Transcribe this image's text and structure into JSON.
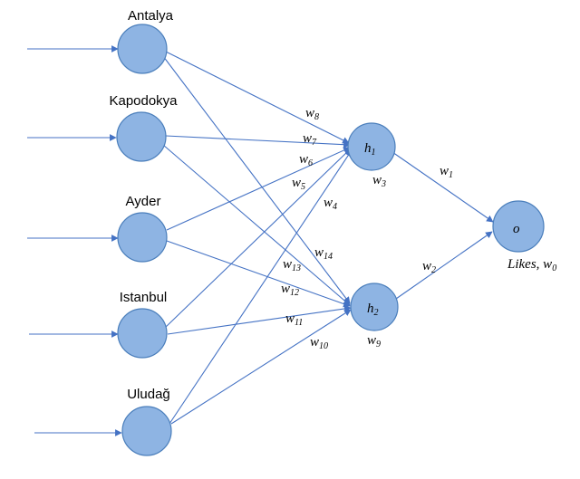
{
  "inputs": [
    {
      "label": "Antalya"
    },
    {
      "label": "Kapodokya"
    },
    {
      "label": "Ayder"
    },
    {
      "label": "Istanbul"
    },
    {
      "label": "Uludağ"
    }
  ],
  "hidden": [
    {
      "base": "h",
      "sub": "1",
      "bias_base": "w",
      "bias_sub": "3"
    },
    {
      "base": "h",
      "sub": "2",
      "bias_base": "w",
      "bias_sub": "9"
    }
  ],
  "output": {
    "label": "o",
    "caption_text": "Likes, ",
    "caption_base": "w",
    "caption_sub": "0"
  },
  "weights": [
    {
      "base": "w",
      "sub": "8"
    },
    {
      "base": "w",
      "sub": "7"
    },
    {
      "base": "w",
      "sub": "6"
    },
    {
      "base": "w",
      "sub": "5"
    },
    {
      "base": "w",
      "sub": "4"
    },
    {
      "base": "w",
      "sub": "14"
    },
    {
      "base": "w",
      "sub": "13"
    },
    {
      "base": "w",
      "sub": "12"
    },
    {
      "base": "w",
      "sub": "11"
    },
    {
      "base": "w",
      "sub": "10"
    },
    {
      "base": "w",
      "sub": "1"
    },
    {
      "base": "w",
      "sub": "2"
    }
  ],
  "colors": {
    "node_fill": "#8eb4e3",
    "node_stroke": "#4a7ebb",
    "edge": "#4472c4"
  }
}
